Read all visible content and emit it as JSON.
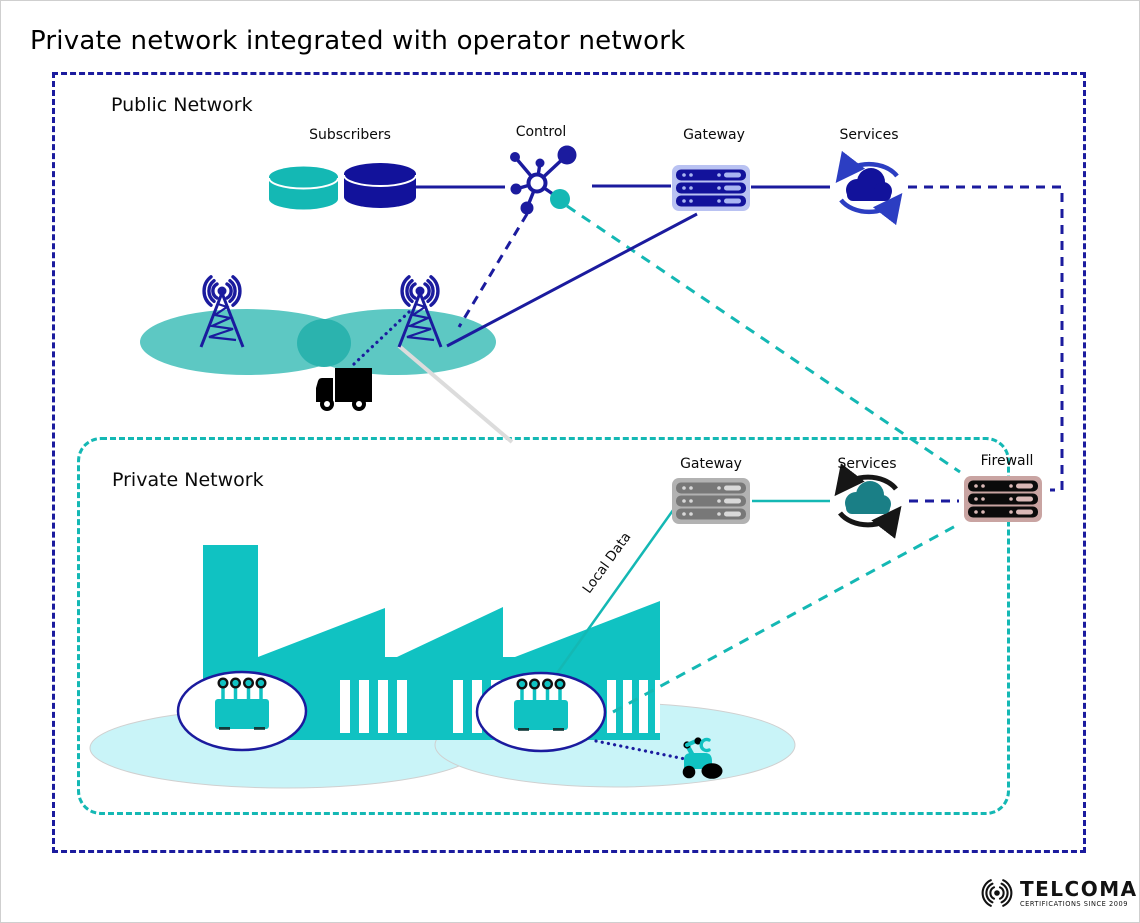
{
  "title": "Private network integrated with operator network",
  "public_network": {
    "label": "Public Network",
    "subscribers_label": "Subscribers",
    "control_label": "Control",
    "gateway_label": "Gateway",
    "services_label": "Services"
  },
  "private_network": {
    "label": "Private Network",
    "gateway_label": "Gateway",
    "services_label": "Services",
    "local_data_label": "Local Data"
  },
  "firewall_label": "Firewall",
  "logo": {
    "name": "TELCOMA",
    "tagline": "CERTIFICATIONS SINCE 2009"
  },
  "colors": {
    "navy": "#1b1b9e",
    "teal": "#14b8b4",
    "factory_teal": "#10c2c2",
    "coverage_teal": "#5dc8c3",
    "coverage_overlap": "#2bb3ae",
    "light_cyan": "#c9f4f8",
    "arrow_blue": "#2c3ec2",
    "dark_cloud_teal": "#1a7f86",
    "gray_line": "#dcdcdc"
  }
}
